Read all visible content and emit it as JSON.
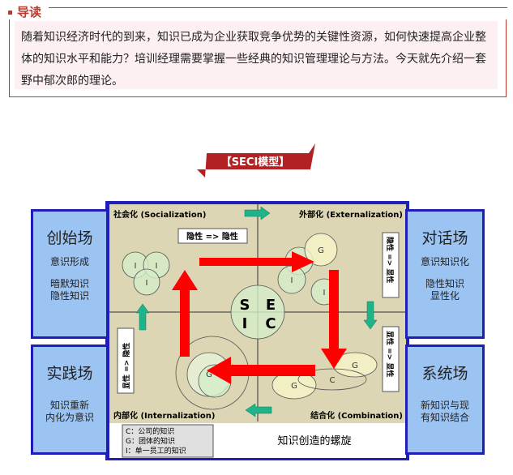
{
  "header": {
    "title": "导读"
  },
  "intro": {
    "text": "随着知识经济时代的到来，知识已成为企业获取竞争优势的关键性资源，如何快速提高企业整体的知识水平和能力？培训经理需要掌握一些经典的知识管理理论与方法。今天就先介绍一套野中郁次郎的理论。"
  },
  "banner": {
    "label": "【SECI模型】",
    "color": "#b22222"
  },
  "diagram": {
    "quadrants": {
      "s": "社会化 (Socialization)",
      "e": "外部化 (Externalization)",
      "i": "内部化 (Internalization)",
      "c": "结合化 (Combination)"
    },
    "conversions": {
      "s": "隐性 => 隐性",
      "e": "隐性 => 显性",
      "i": "显性 => 隐性",
      "c": "显性 => 显性"
    },
    "center": [
      "S",
      "E",
      "C",
      "I"
    ],
    "circle_labels": {
      "I": "I",
      "G": "G",
      "C": "C"
    },
    "legend": [
      "C：公司的知识",
      "G：团体的知识",
      "I：单一员工的知识"
    ],
    "caption": "知识创造的螺旋"
  },
  "sides": [
    {
      "title": "创始场",
      "lines": [
        "意识形成",
        "暗默知识",
        "隐性知识"
      ]
    },
    {
      "title": "对话场",
      "lines": [
        "意识知识化",
        "隐性知识",
        "显性化"
      ]
    },
    {
      "title": "实践场",
      "lines": [
        "知识重新",
        "内化为意识"
      ]
    },
    {
      "title": "系统场",
      "lines": [
        "新知识与现",
        "有知识结合"
      ]
    }
  ]
}
